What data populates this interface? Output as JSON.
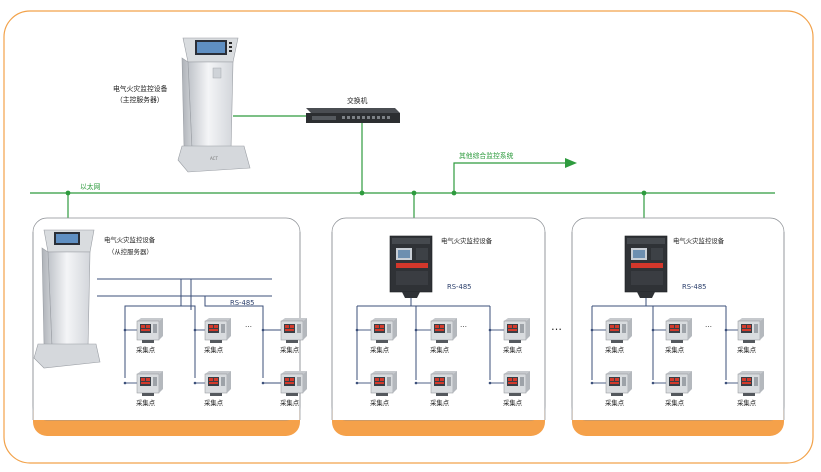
{
  "labels": {
    "main_server_name": "电气火灾监控设备",
    "main_server_role": "（主控服务器）",
    "switch": "交换机",
    "ethernet": "以太网",
    "other_systems": "其他综合监控系统",
    "sub_server_name": "电气火灾监控设备",
    "sub_server_role": "（从控服务器）",
    "rs485": "RS-485",
    "collection_point": "采集点",
    "ellipsis": "…",
    "between_groups": "…"
  },
  "colors": {
    "border_orange": "#f2a24a",
    "panel_footer": "#f5a14a",
    "green_line": "#2e9b3e",
    "bus_line": "#3b4f7a",
    "label_text": "#222222",
    "rs485_text": "#2b3f6b"
  },
  "icons": {
    "server": "tower-server-icon",
    "switch": "network-switch-icon",
    "controller": "monitoring-controller-icon",
    "meter": "collection-meter-icon"
  }
}
